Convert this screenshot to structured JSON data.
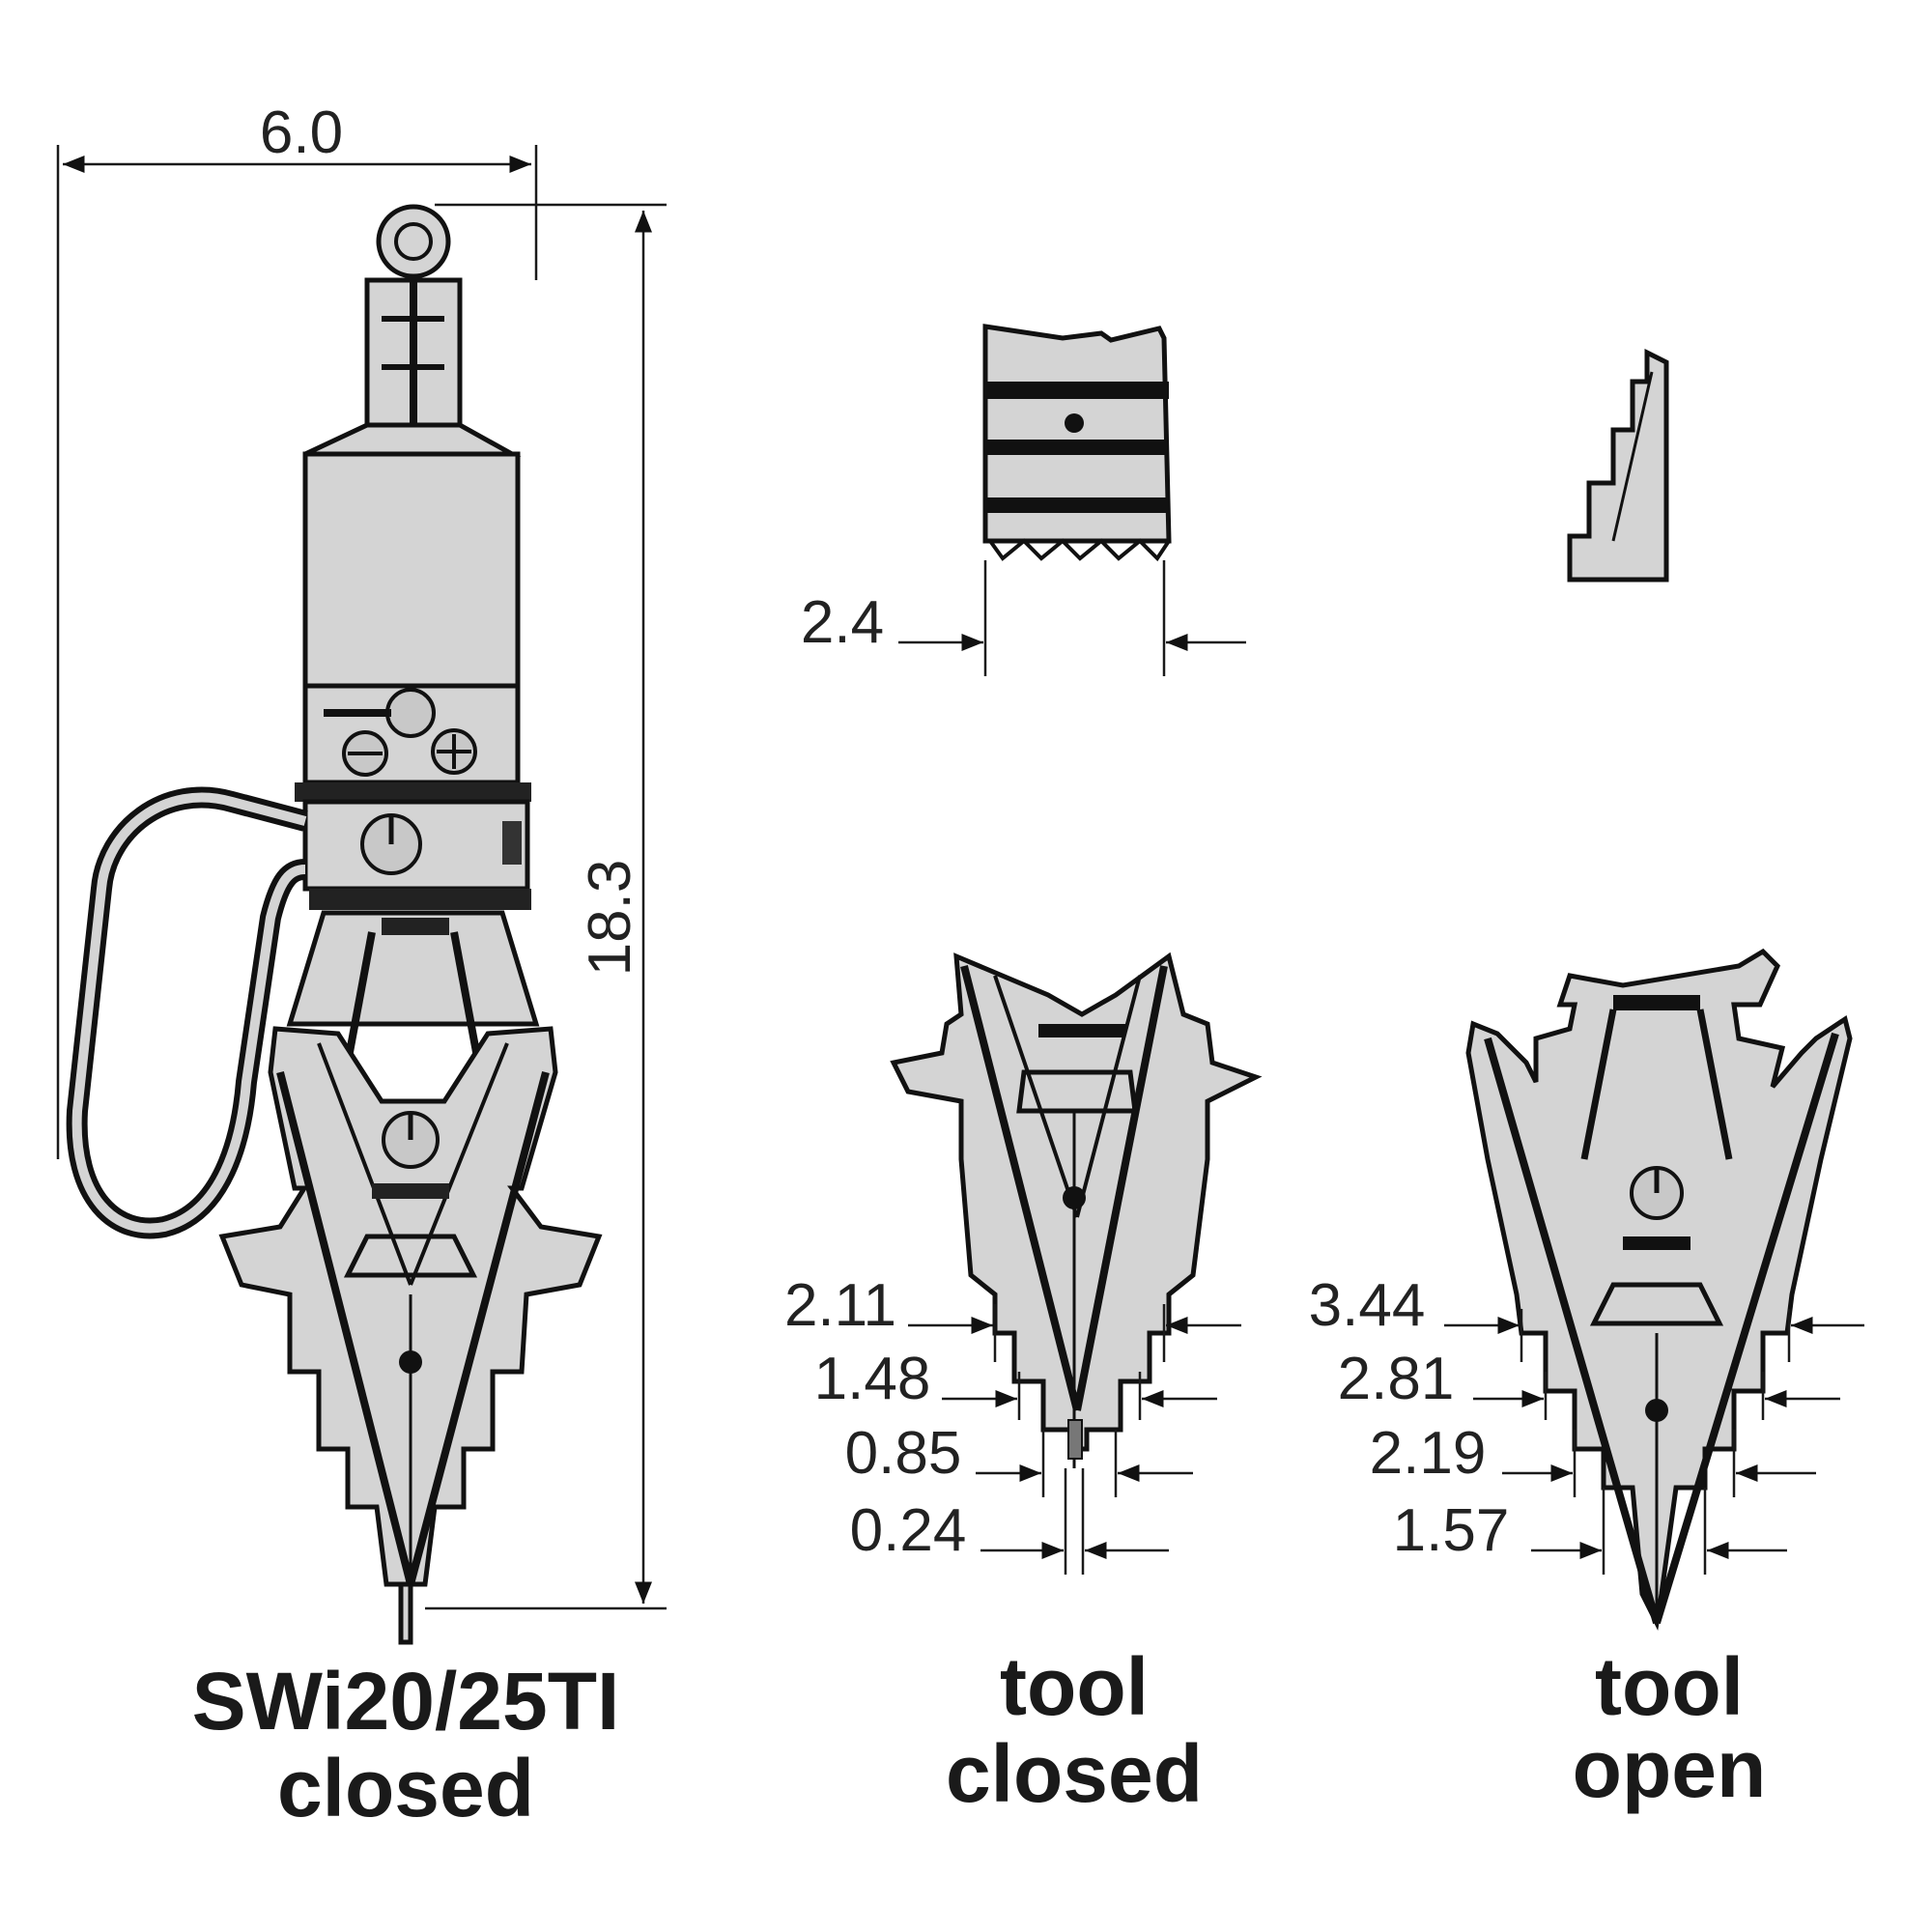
{
  "dimensions": {
    "overall_width": "6.0",
    "overall_height": "18.3",
    "jaw_width": "2.4",
    "closed": [
      "2.11",
      "1.48",
      "0.85",
      "0.24"
    ],
    "open": [
      "3.44",
      "2.81",
      "2.19",
      "1.57"
    ]
  },
  "captions": {
    "main_line1": "SWi20/25TI",
    "main_line2": "closed",
    "closed_line1": "tool",
    "closed_line2": "closed",
    "open_line1": "tool",
    "open_line2": "open"
  },
  "colors": {
    "fill": "#d4d4d4",
    "stroke": "#111111"
  }
}
